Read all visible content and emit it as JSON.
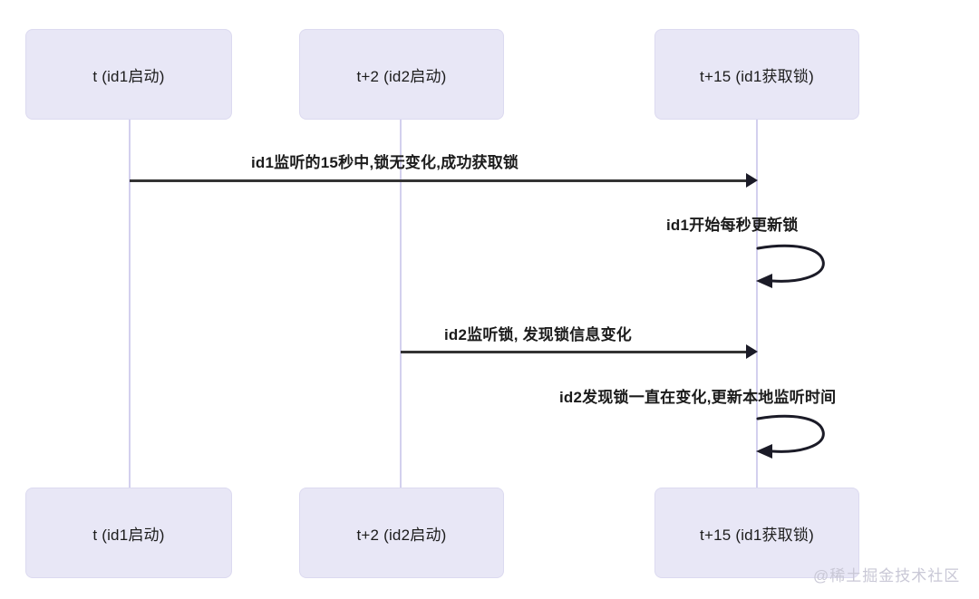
{
  "diagram": {
    "type": "sequence-diagram",
    "background_color": "#ffffff",
    "box_fill_color": "#e8e7f6",
    "box_border_color": "#dcdaf0",
    "lifeline_color": "#d3d0ee",
    "arrow_color": "#333333",
    "text_color": "#1c1c1c",
    "participants": [
      {
        "id": "p1",
        "label": "t (id1启动)"
      },
      {
        "id": "p2",
        "label": "t+2 (id2启动)"
      },
      {
        "id": "p3",
        "label": "t+15 (id1获取锁)"
      }
    ],
    "messages": [
      {
        "id": "m1",
        "label": "id1监听的15秒中,锁无变化,成功获取锁",
        "from": "p1",
        "to": "p3",
        "kind": "arrow",
        "direction": "right"
      },
      {
        "id": "m2",
        "label": "id1开始每秒更新锁",
        "from": "p3",
        "to": "p3",
        "kind": "self-loop",
        "direction": "left"
      },
      {
        "id": "m3",
        "label": "id2监听锁, 发现锁信息变化",
        "from": "p2",
        "to": "p3",
        "kind": "arrow",
        "direction": "right"
      },
      {
        "id": "m4",
        "label": "id2发现锁一直在变化,更新本地监听时间",
        "from": "p3",
        "to": "p3",
        "kind": "self-loop",
        "direction": "left"
      }
    ],
    "watermark": "@稀土掘金技术社区"
  }
}
